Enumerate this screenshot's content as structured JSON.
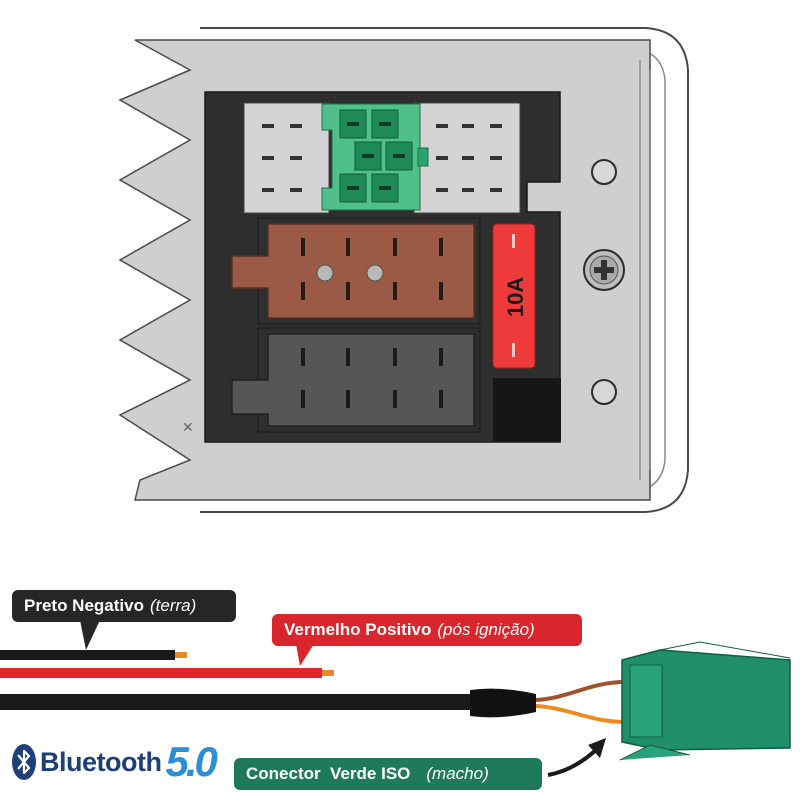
{
  "fuse": {
    "label": "10A"
  },
  "labels": {
    "black_wire": {
      "main": "Preto Negativo",
      "note": "(terra)"
    },
    "red_wire": {
      "main": "Vermelho Positivo",
      "note": "(pós ignição)"
    },
    "green_connector": {
      "main": "Conector  Verde ISO",
      "note": "(macho)"
    }
  },
  "logo": {
    "wordmark": "Bluetooth",
    "version": "5.0"
  },
  "colors": {
    "housing": "#cfcfcf",
    "panel": "#2e2e2e",
    "green_connector": "#2aa36f",
    "brown_connector": "#9b5a45",
    "gray_connector": "#565656",
    "fuse": "#ee3a3a",
    "black_label": "#262626",
    "red_label": "#d9262c",
    "green_label": "#1f7a5c",
    "wire_red": "#e2262b",
    "wire_black": "#1a1a1a",
    "wire_brown": "#a0522d",
    "wire_orange": "#f08a1c"
  }
}
